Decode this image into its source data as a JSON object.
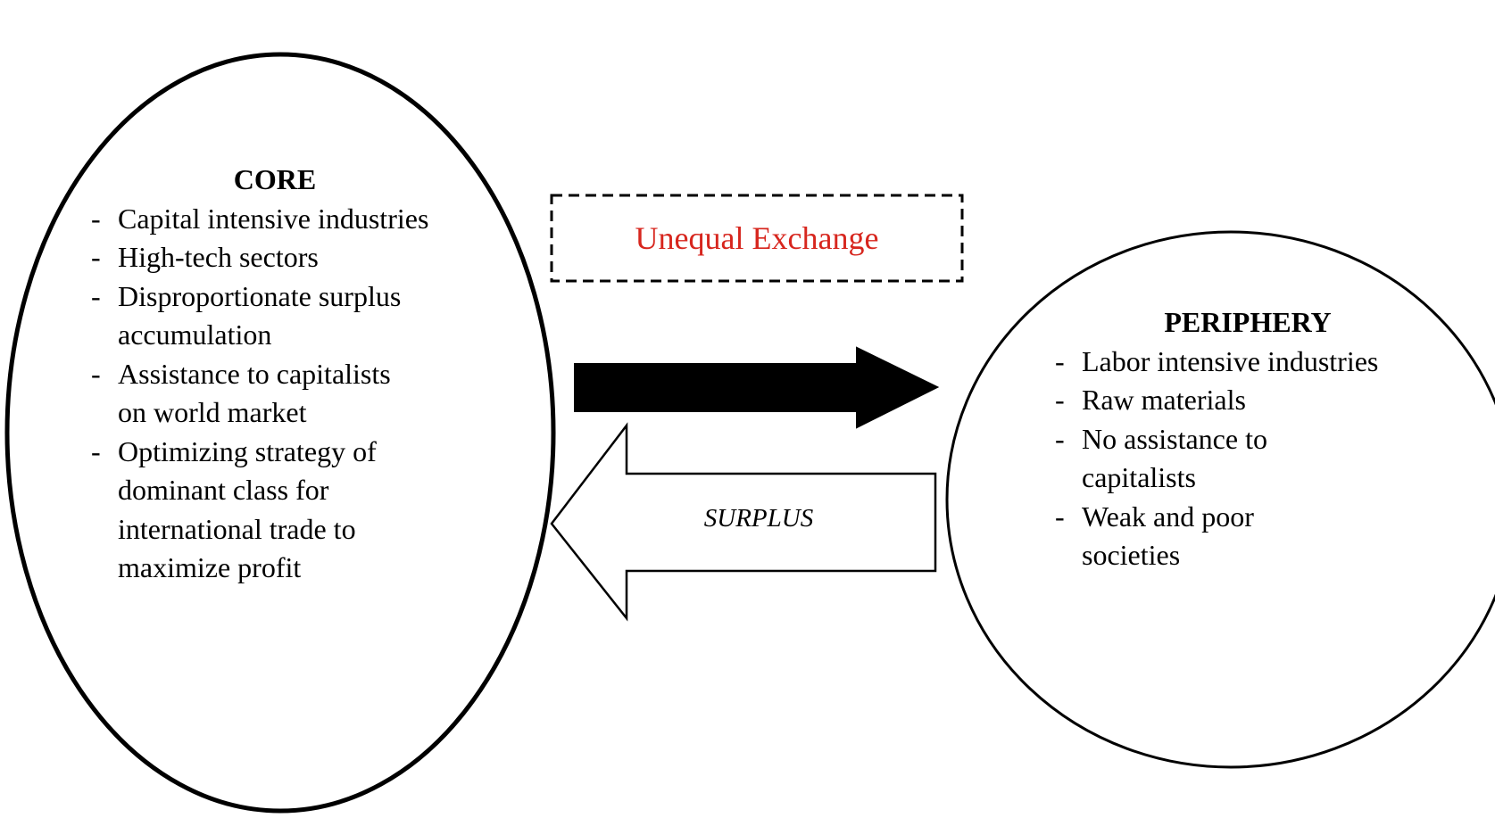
{
  "core": {
    "title": "CORE",
    "items": [
      "Capital intensive industries",
      "High-tech sectors",
      "Disproportionate surplus accumulation",
      "Assistance to capitalists on world market",
      "Optimizing strategy of dominant class for international trade to maximize profit"
    ]
  },
  "periphery": {
    "title": "PERIPHERY",
    "items": [
      "Labor intensive industries",
      "Raw materials",
      "No assistance to capitalists",
      "Weak and poor societies"
    ]
  },
  "exchange": {
    "label": "Unequal Exchange",
    "label_color": "#d7261e"
  },
  "surplus": {
    "label": "SURPLUS"
  },
  "colors": {
    "stroke": "#000000",
    "background": "#ffffff"
  }
}
